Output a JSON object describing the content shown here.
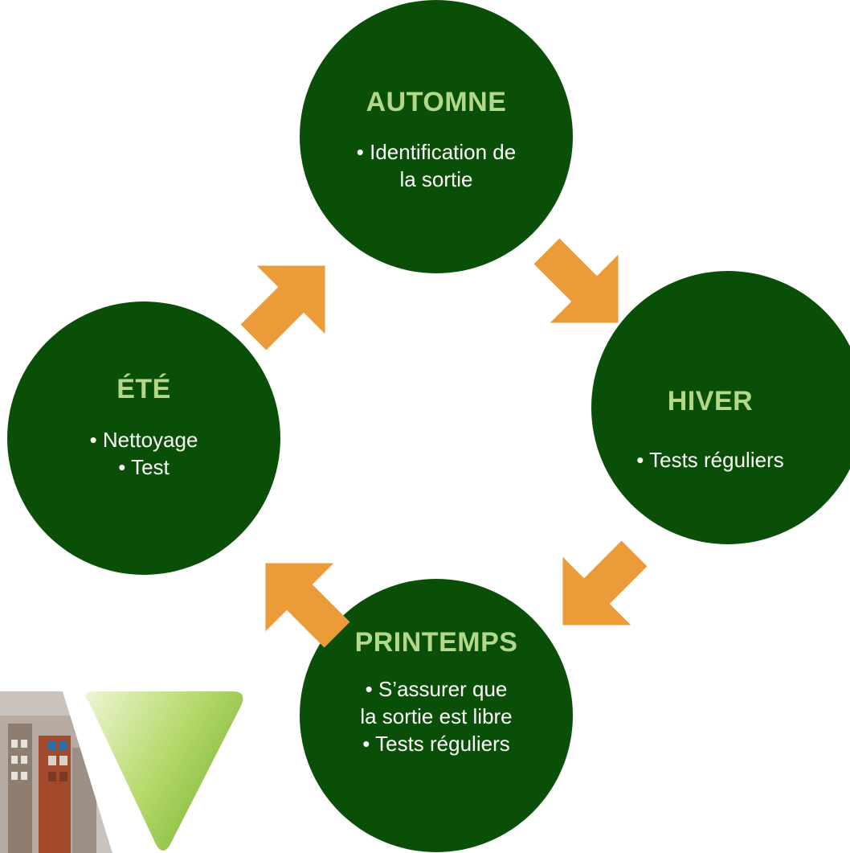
{
  "colors": {
    "circle": "#0a4f07",
    "title": "#b3d88a",
    "text": "#ffffff",
    "arrow": "#eb9c39",
    "logo_green_light": "#e8f3c8",
    "logo_green_dark": "#8dc040"
  },
  "seasons": {
    "automne": {
      "title": "AUTOMNE",
      "items": [
        "• Identification de la sortie"
      ]
    },
    "hiver": {
      "title": "HIVER",
      "items": [
        "• Tests réguliers"
      ]
    },
    "printemps": {
      "title": "PRINTEMPS",
      "items": [
        "• S’assurer que la sortie est libre",
        "• Tests réguliers"
      ]
    },
    "ete": {
      "title": "ÉTÉ",
      "items": [
        "• Nettoyage",
        "• Test"
      ]
    }
  },
  "arrows": [
    {
      "name": "arrow-automne-to-hiver",
      "direction": "down-right"
    },
    {
      "name": "arrow-hiver-to-printemps",
      "direction": "down-left"
    },
    {
      "name": "arrow-printemps-to-ete",
      "direction": "up-left"
    },
    {
      "name": "arrow-ete-to-automne",
      "direction": "up-right"
    }
  ],
  "logo": {
    "icon": "building-photo-with-green-triangle-logo"
  }
}
